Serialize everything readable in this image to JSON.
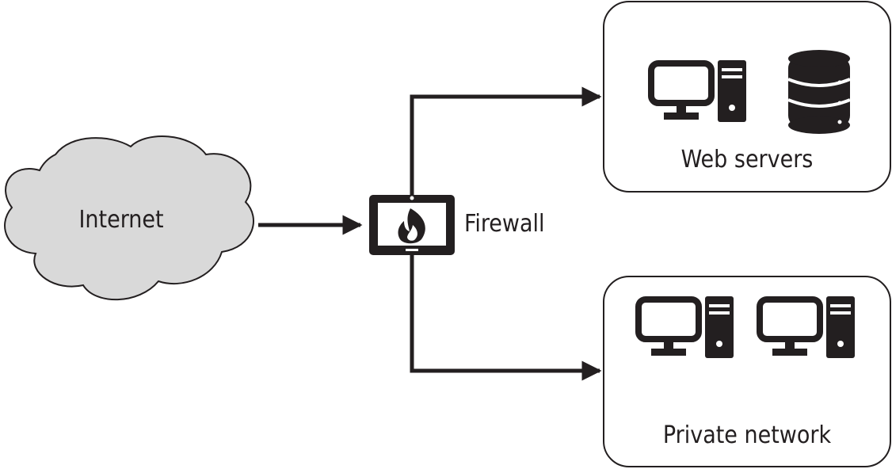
{
  "nodes": {
    "internet": {
      "label": "Internet"
    },
    "firewall": {
      "label": "Firewall"
    },
    "web_servers": {
      "label": "Web servers"
    },
    "private_network": {
      "label": "Private network"
    }
  },
  "icons": {
    "cloud": "cloud-icon",
    "firewall": "firewall-monitor-icon",
    "desktop": "desktop-computer-icon",
    "database": "database-icon"
  },
  "colors": {
    "ink": "#231f20",
    "cloud_fill": "#d9d9d9",
    "background": "#ffffff"
  }
}
